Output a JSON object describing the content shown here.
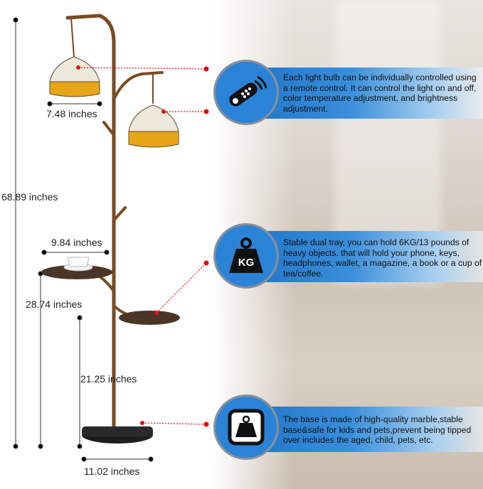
{
  "dimensions": {
    "shade_width": "7.48 inches",
    "total_height": "68.89 inches",
    "tray_width": "9.84 inches",
    "upper_tray_height": "28.74 inches",
    "lower_tray_height": "21.25 inches",
    "base_width": "11.02 inches"
  },
  "features": [
    {
      "icon": "remote-control-icon",
      "text": "Each light bulb can be individually controlled using a remote control. It can control the light on and off, color temperature adjustment, and brightness adjustment."
    },
    {
      "icon": "weight-kg-icon",
      "icon_label": "KG",
      "text": "Stable dual tray, you can hold 6KG/13 pounds of heavy objects. that will hold your phone, keys, headphones, wallet, a magazine, a book or a cup of tea/coffee."
    },
    {
      "icon": "weight-base-icon",
      "text": "The base is made of high-quality marble,stable base&safe for kids and pets,prevent being tipped over includes the aged, child, pets, etc."
    }
  ],
  "colors": {
    "accent": "#2a83d6",
    "leader": "#e01010"
  }
}
